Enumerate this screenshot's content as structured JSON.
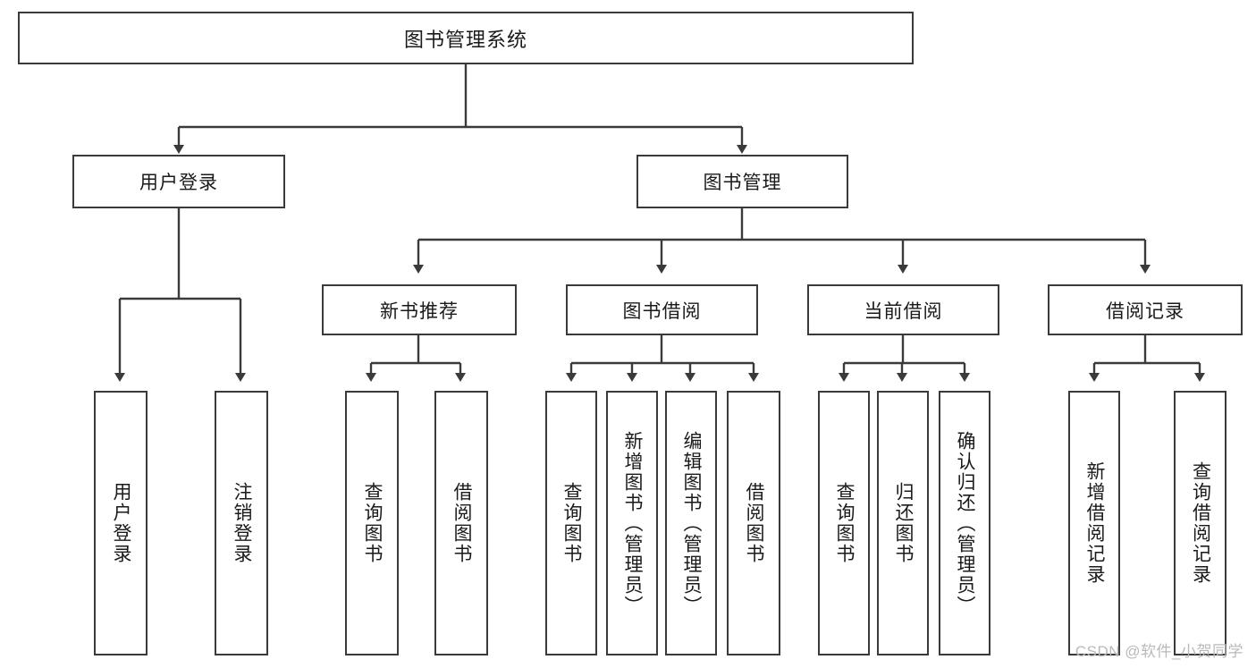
{
  "diagram": {
    "type": "tree-hierarchy",
    "title": "图书管理系统",
    "watermark": "CSDN @软件_小贺同学",
    "colors": {
      "box_border": "#3a3a3a",
      "box_fill": "#ffffff",
      "connector": "#3a3a3a",
      "text": "#1a1a1a",
      "watermark": "#b9b9b9",
      "background": "#ffffff"
    },
    "root": {
      "id": "root",
      "label": "图书管理系统"
    },
    "level2": [
      {
        "id": "user-login",
        "label": "用户登录"
      },
      {
        "id": "book-manage",
        "label": "图书管理"
      }
    ],
    "level3": [
      {
        "id": "new-book-rec",
        "label": "新书推荐",
        "parent": "book-manage"
      },
      {
        "id": "book-borrow",
        "label": "图书借阅",
        "parent": "book-manage"
      },
      {
        "id": "current-borrow",
        "label": "当前借阅",
        "parent": "book-manage"
      },
      {
        "id": "borrow-record",
        "label": "借阅记录",
        "parent": "book-manage"
      }
    ],
    "leaves": {
      "user-login": [
        {
          "id": "leaf-user-login",
          "label": "用户登录"
        },
        {
          "id": "leaf-logout",
          "label": "注销登录"
        }
      ],
      "new-book-rec": [
        {
          "id": "leaf-query-book-1",
          "label": "查询图书"
        },
        {
          "id": "leaf-borrow-book-1",
          "label": "借阅图书"
        }
      ],
      "book-borrow": [
        {
          "id": "leaf-query-book-2",
          "label": "查询图书"
        },
        {
          "id": "leaf-add-book",
          "label": "新增图书（管理员）"
        },
        {
          "id": "leaf-edit-book",
          "label": "编辑图书（管理员）"
        },
        {
          "id": "leaf-borrow-book-2",
          "label": "借阅图书"
        }
      ],
      "current-borrow": [
        {
          "id": "leaf-query-book-3",
          "label": "查询图书"
        },
        {
          "id": "leaf-return-book",
          "label": "归还图书"
        },
        {
          "id": "leaf-confirm-return",
          "label": "确认归还（管理员）"
        }
      ],
      "borrow-record": [
        {
          "id": "leaf-add-record",
          "label": "新增借阅记录"
        },
        {
          "id": "leaf-query-record",
          "label": "查询借阅记录"
        }
      ]
    }
  }
}
